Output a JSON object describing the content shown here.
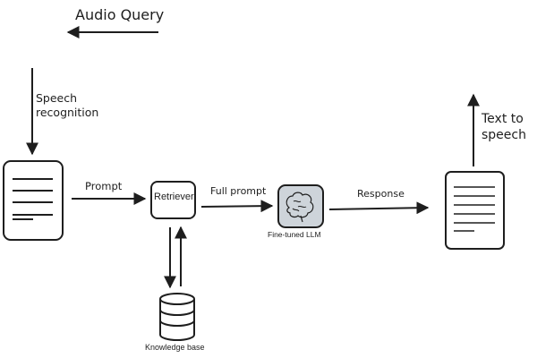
{
  "diagram": {
    "labels": {
      "audio_query": "Audio Query",
      "speech_recognition_line1": "Speech",
      "speech_recognition_line2": "recognition",
      "text_to_speech_line1": "Text to",
      "text_to_speech_line2": "speech",
      "prompt": "Prompt",
      "retriever": "Retriever",
      "full_prompt": "Full prompt",
      "response": "Response",
      "fine_tuned_llm": "Fine-tuned LLM",
      "knowledge_base": "Knowledge base"
    },
    "icons": {
      "input_document": "document-icon",
      "output_document": "document-icon",
      "retriever_box": "process-box",
      "llm": "brain-icon",
      "knowledge_base": "database-icon"
    },
    "colors": {
      "stroke": "#1e1e1e",
      "llm_fill": "#ced4da",
      "background": "#ffffff"
    }
  }
}
